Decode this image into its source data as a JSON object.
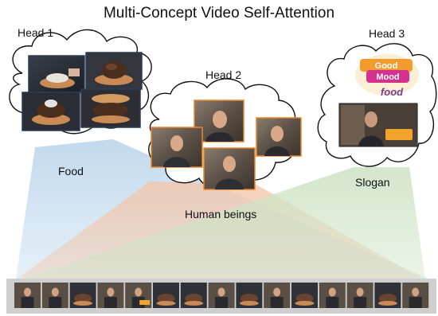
{
  "title": "Multi-Concept Video Self-Attention",
  "heads": [
    {
      "label": "Head 1",
      "concept": "Food"
    },
    {
      "label": "Head 2",
      "concept": "Human beings"
    },
    {
      "label": "Head 3",
      "concept": "Slogan"
    }
  ],
  "logo": {
    "line1": "Good",
    "line2": "Mood",
    "word": "food"
  },
  "colors": {
    "food": "#b7d3ea",
    "human": "#f2c8ad",
    "slogan": "#cfe3c5",
    "head2_frame": "#e8872b",
    "strip": "#cccccc"
  }
}
